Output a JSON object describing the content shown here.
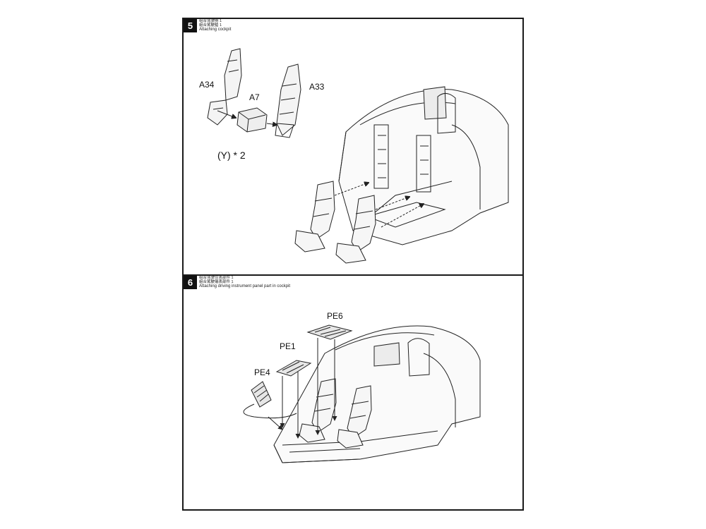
{
  "step5": {
    "number": "5",
    "line1": "组合驾驶舱 1",
    "line2": "組合駕駛艙 1",
    "title": "Attaching cockpit",
    "labels": {
      "a34": "A34",
      "a7": "A7",
      "a33": "A33",
      "qty": "(Y) * 2"
    }
  },
  "step6": {
    "number": "6",
    "line1": "组合驾驶仪表部件 1",
    "line2": "組合駕駛儀表部件 1",
    "title": "Attaching driving instrument panel part in cockpit",
    "labels": {
      "pe6": "PE6",
      "pe1": "PE1",
      "pe4": "PE4"
    }
  }
}
